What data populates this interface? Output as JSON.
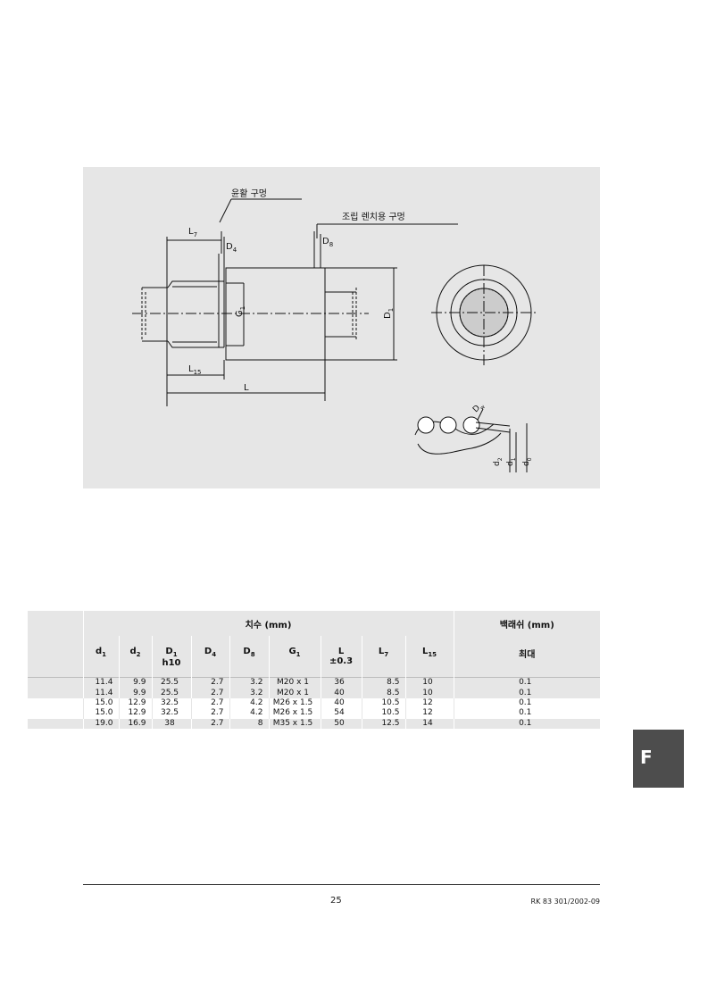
{
  "drawing": {
    "callout_lube": "윤활 구멍",
    "callout_wrench": "조립 렌치용 구멍",
    "dim_l7": "L",
    "dim_l7_sub": "7",
    "dim_d4": "D",
    "dim_d4_sub": "4",
    "dim_d8": "D",
    "dim_d8_sub": "8",
    "dim_g1": "G",
    "dim_g1_sub": "1",
    "dim_d1": "D",
    "dim_d1_sub": "1",
    "dim_l15": "L",
    "dim_l15_sub": "15",
    "dim_l": "L",
    "dim_dw": "D",
    "dim_dw_sub": "w",
    "dim_small_d2": "d",
    "dim_small_d2_sub": "2",
    "dim_small_d1": "d",
    "dim_small_d1_sub": "1",
    "dim_small_d0": "d",
    "dim_small_d0_sub": "0"
  },
  "table": {
    "group_dimensions": "치수 (mm)",
    "group_backlash": "백래쉬 (mm)",
    "headers": [
      {
        "main": "d",
        "sub": "1",
        "extra": ""
      },
      {
        "main": "d",
        "sub": "2",
        "extra": ""
      },
      {
        "main": "D",
        "sub": "1",
        "extra": "h10"
      },
      {
        "main": "D",
        "sub": "4",
        "extra": ""
      },
      {
        "main": "D",
        "sub": "8",
        "extra": ""
      },
      {
        "main": "G",
        "sub": "1",
        "extra": ""
      },
      {
        "main": "L",
        "sub": "",
        "extra": "±0.3"
      },
      {
        "main": "L",
        "sub": "7",
        "extra": ""
      },
      {
        "main": "L",
        "sub": "15",
        "extra": ""
      }
    ],
    "backlash_sub": "최대",
    "rows": [
      [
        "11.4",
        "9.9",
        "25.5",
        "2.7",
        "3.2",
        "M20 x 1",
        "36",
        "8.5",
        "10",
        "0.1"
      ],
      [
        "11.4",
        "9.9",
        "25.5",
        "2.7",
        "3.2",
        "M20 x 1",
        "40",
        "8.5",
        "10",
        "0.1"
      ],
      [
        "15.0",
        "12.9",
        "32.5",
        "2.7",
        "4.2",
        "M26 x 1.5",
        "40",
        "10.5",
        "12",
        "0.1"
      ],
      [
        "15.0",
        "12.9",
        "32.5",
        "2.7",
        "4.2",
        "M26 x 1.5",
        "54",
        "10.5",
        "12",
        "0.1"
      ],
      [
        "19.0",
        "16.9",
        "38",
        "2.7",
        "8",
        "M35 x 1.5",
        "50",
        "12.5",
        "14",
        "0.1"
      ]
    ]
  },
  "side_tab": "F",
  "footer": {
    "page_number": "25",
    "doc_code": "RK 83 301/2002-09"
  }
}
